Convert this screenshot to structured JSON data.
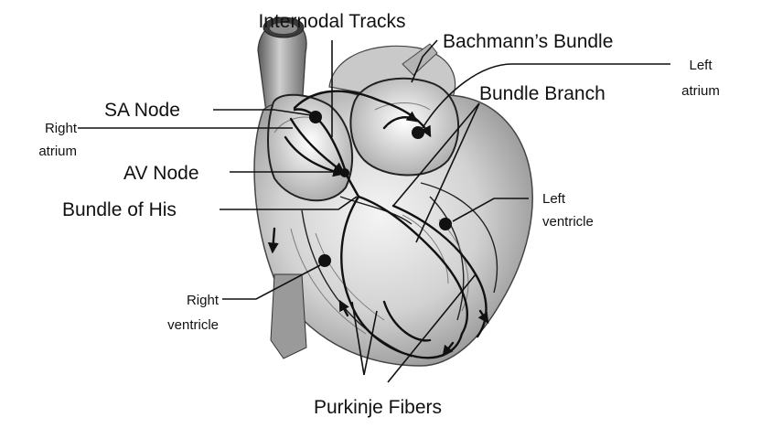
{
  "labels": {
    "internodal_tracks": "Internodal Tracks",
    "bachmanns_bundle": "Bachmann’s Bundle",
    "left_atrium_line1": "Left",
    "left_atrium_line2": "atrium",
    "bundle_branch": "Bundle Branch",
    "sa_node": "SA Node",
    "right_atrium_line1": "Right",
    "right_atrium_line2": "atrium",
    "av_node": "AV Node",
    "bundle_of_his": "Bundle of His",
    "left_ventricle_line1": "Left",
    "left_ventricle_line2": "ventricle",
    "right_ventricle_line1": "Right",
    "right_ventricle_line2": "ventricle",
    "purkinje_fibers": "Purkinje Fibers"
  },
  "colors": {
    "background": "#ffffff",
    "heart_light": "#e6e6e6",
    "heart_mid": "#bdbdbd",
    "heart_dark": "#7a7a7a",
    "ink": "#111111"
  },
  "icons": [
    "arrow-icon",
    "node-dot-icon"
  ]
}
